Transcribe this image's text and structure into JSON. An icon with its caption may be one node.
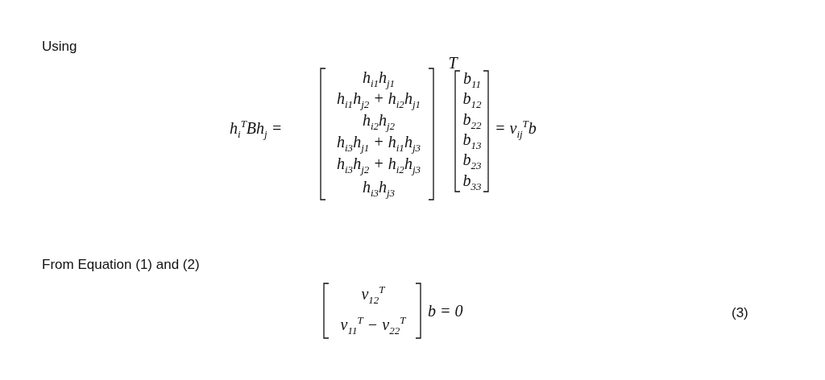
{
  "diagram": {
    "labels": [
      "Using",
      "h$_{i}$$^{T}$Bh$_{j}$ =",
      "h$_{i1}$h$_{j1}$",
      "h$_{i1}$h$_{j2}$ + h$_{i2}$h$_{j1}$",
      "h$_{i2}$h$_{j2}$",
      "h$_{i3}$h$_{j1}$ + h$_{i1}$h$_{j3}$",
      "h$_{i3}$h$_{j2}$ + h$_{i2}$h$_{j3}$",
      "h$_{i3}$h$_{j3}$",
      "T",
      "b$_{11}$",
      "b$_{12}$",
      "b$_{22}$",
      "b$_{13}$",
      "b$_{23}$",
      "b$_{33}$",
      "= v$_{ij}$$^{T}$b",
      "From Equation (1) and (2)",
      "v$_{12}$$^{T}$",
      "v$_{11}$$^{T}$ − v$_{22}$$^{T}$",
      "b = 0",
      "(3)"
    ]
  }
}
